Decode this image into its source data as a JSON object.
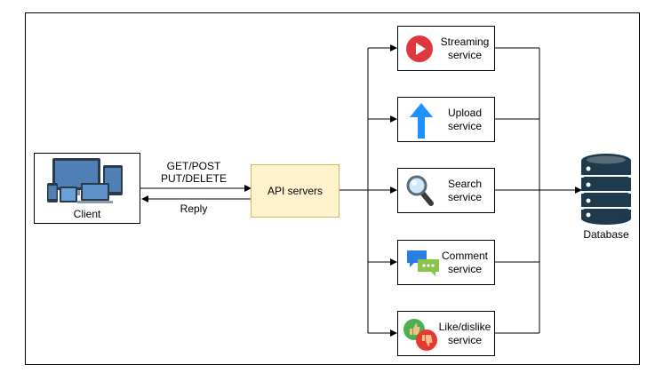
{
  "client": {
    "label": "Client"
  },
  "request": {
    "methods_line1": "GET/POST",
    "methods_line2": "PUT/DELETE",
    "reply": "Reply"
  },
  "api": {
    "label": "API servers",
    "fill": "#fff2cc",
    "border": "#d6b656"
  },
  "services": [
    {
      "line1": "Streaming",
      "line2": "service",
      "icon": "play-icon"
    },
    {
      "line1": "Upload",
      "line2": "service",
      "icon": "upload-arrow-icon"
    },
    {
      "line1": "Search",
      "line2": "service",
      "icon": "magnifier-icon"
    },
    {
      "line1": "Comment",
      "line2": "service",
      "icon": "chat-bubbles-icon"
    },
    {
      "line1": "Like/dislike",
      "line2": "service",
      "icon": "thumbs-icon"
    }
  ],
  "database": {
    "label": "Database",
    "color": "#1f3a4d"
  },
  "colors": {
    "play": "#e0363d",
    "upload": "#1e90ff",
    "chat_blue": "#2a7de1",
    "chat_green": "#8bc34a"
  }
}
